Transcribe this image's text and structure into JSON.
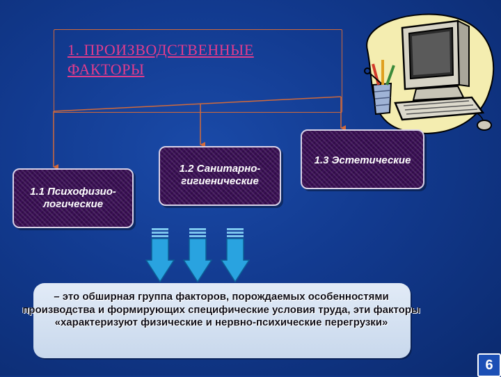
{
  "title": "1. ПРОИЗВОДСТВЕННЫЕ ФАКТОРЫ",
  "boxes": [
    {
      "label": "1.1 Психофизио-логические"
    },
    {
      "label": "1.2 Санитарно-гигиенические"
    },
    {
      "label": "1.3 Эстетические"
    }
  ],
  "description": "– это обширная группа факторов, порождаемых особенностями производства и формирующих специфические условия труда, эти факторы «характеризуют физические и нервно-психические перегрузки»",
  "page_number": "6",
  "colors": {
    "background": "#123a8f",
    "title": "#e23c8c",
    "connector": "#d26a3a",
    "box_fill": "#3a0f55",
    "arrow": "#29a3e0",
    "description_fill": "#d6e2f2"
  },
  "icons": [
    "computer-clipart",
    "down-arrow-icon"
  ]
}
